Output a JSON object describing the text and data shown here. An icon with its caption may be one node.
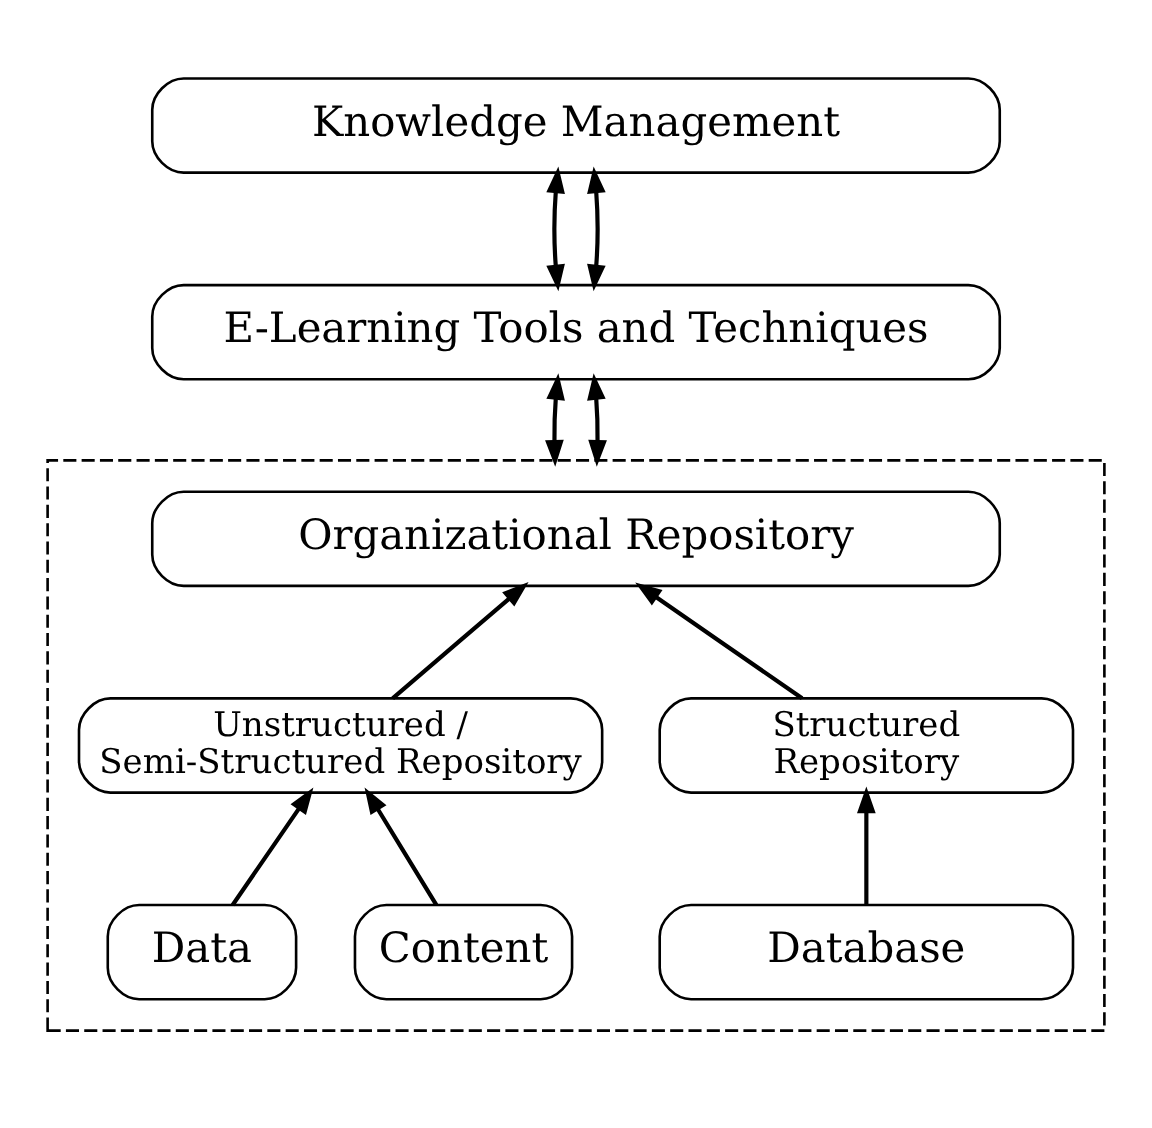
{
  "diagram": {
    "nodes": [
      {
        "text": [
          "Knowledge Management"
        ]
      },
      {
        "text": [
          "E-Learning Tools and Techniques"
        ]
      },
      {
        "text": [],
        "shape": "box"
      },
      {
        "text": [
          "Organizational Repository"
        ],
        "in": 2
      },
      {
        "text": [
          "Unstructured / Semi-Structured Repository"
        ],
        "in": 2
      },
      {
        "text": [
          "Structured Repository"
        ],
        "in": 2
      },
      {
        "text": [
          "Data"
        ],
        "in": 2
      },
      {
        "text": [
          "Content"
        ],
        "in": 2
      },
      {
        "text": [
          "Database"
        ],
        "in": 2
      }
    ],
    "edges": [
      {
        "from": 0,
        "to": 1,
        "arrow": "both"
      },
      {
        "from": 0,
        "to": 1,
        "arrow": "both"
      },
      {
        "from": 1,
        "to": 2,
        "arrow": "both"
      },
      {
        "from": 1,
        "to": 2,
        "arrow": "both"
      },
      {
        "from": 6,
        "to": 4,
        "arrow": "to"
      },
      {
        "from": 7,
        "to": 4,
        "arrow": "to"
      },
      {
        "from": 4,
        "to": 3,
        "arrow": "to"
      },
      {
        "from": 5,
        "to": 3,
        "arrow": "to"
      },
      {
        "from": 8,
        "to": 5,
        "arrow": "to"
      }
    ]
  }
}
